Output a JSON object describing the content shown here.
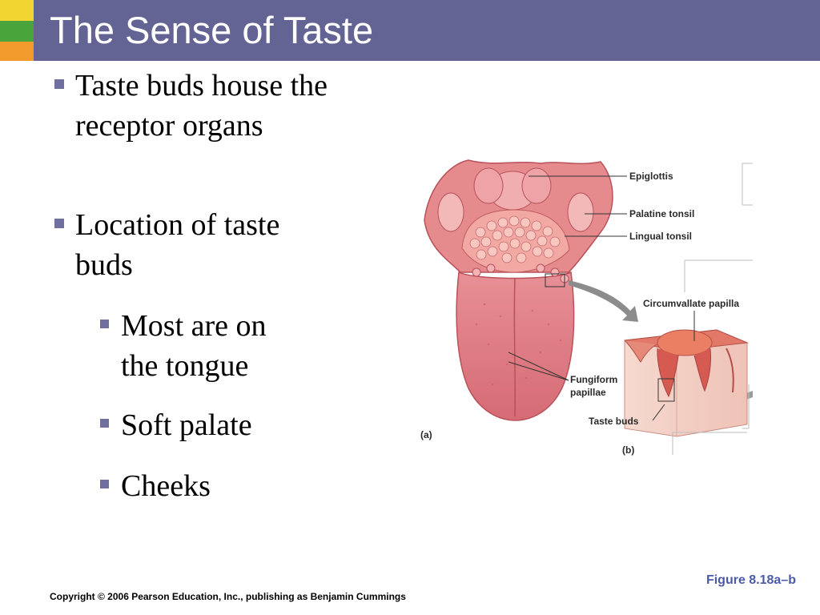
{
  "slide": {
    "title": "The Sense of Taste",
    "bullets": [
      {
        "text": "Taste buds house the receptor organs",
        "level": 1
      },
      {
        "text": "Location of taste buds",
        "level": 1
      },
      {
        "text": "Most are on the tongue",
        "level": 2
      },
      {
        "text": "Soft palate",
        "level": 2
      },
      {
        "text": "Cheeks",
        "level": 2
      }
    ],
    "figure_caption": "Figure 8.18a–b",
    "copyright": "Copyright © 2006 Pearson Education, Inc., publishing as Benjamin Cummings"
  },
  "figure": {
    "labels": {
      "epiglottis": "Epiglottis",
      "palatine_tonsil": "Palatine tonsil",
      "lingual_tonsil": "Lingual tonsil",
      "circumvallate_papilla": "Circumvallate papilla",
      "fungiform_papillae_1": "Fungiform",
      "fungiform_papillae_2": "papillae",
      "taste_buds": "Taste buds",
      "panel_a": "(a)",
      "panel_b": "(b)"
    }
  },
  "colors": {
    "title_bar": "#636394",
    "bullet": "#7070a0",
    "caption": "#4b5ba8",
    "tongue": "#e07f86",
    "tongue_dark": "#c9545c",
    "tissue_light": "#f3cfc4"
  }
}
